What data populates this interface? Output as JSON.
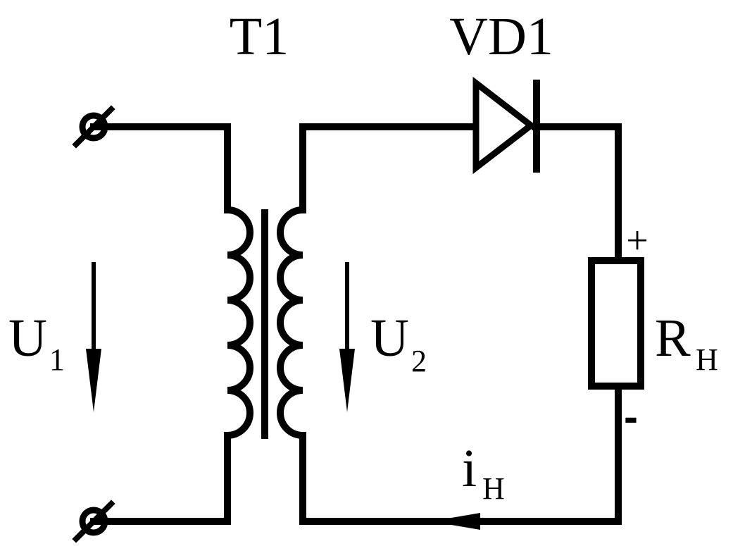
{
  "components": {
    "transformer": {
      "designator": "T1"
    },
    "diode": {
      "designator": "VD1"
    },
    "load": {
      "symbol": "R",
      "subscript": "Н",
      "plus": "+",
      "minus": "-"
    }
  },
  "voltages": {
    "primary": {
      "symbol": "U",
      "subscript": "1"
    },
    "secondary": {
      "symbol": "U",
      "subscript": "2"
    }
  },
  "current": {
    "symbol": "i",
    "subscript": "Н"
  }
}
